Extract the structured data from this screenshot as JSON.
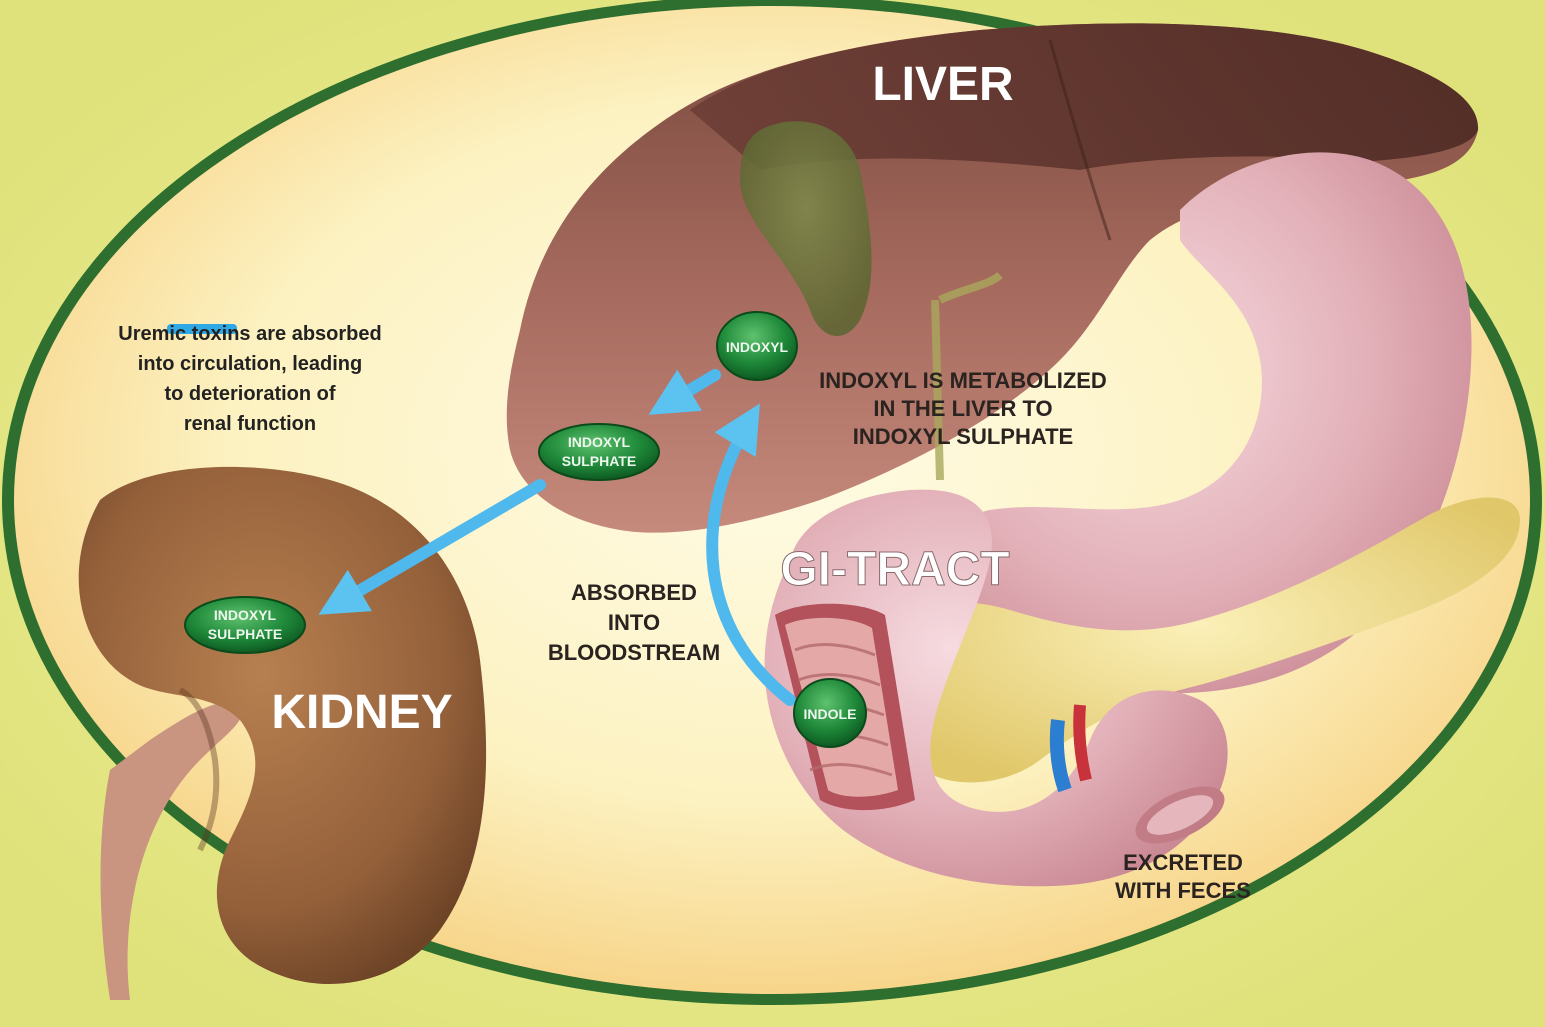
{
  "legend": {
    "text_lines": [
      "Uremic toxins are absorbed",
      "into circulation, leading",
      "to deterioration of",
      "renal function"
    ],
    "swatch_color": "#2fa8e6"
  },
  "organs": {
    "liver": "LIVER",
    "gi_tract": "GI-TRACT",
    "kidney": "KIDNEY"
  },
  "molecules": {
    "indoxyl": "INDOXYL",
    "indoxyl_sulphate_liver": [
      "INDOXYL",
      "SULPHATE"
    ],
    "indoxyl_sulphate_kidney": [
      "INDOXYL",
      "SULPHATE"
    ],
    "indole": "INDOLE"
  },
  "annotations": {
    "metabolized": [
      "INDOXYL IS METABOLIZED",
      "IN THE LIVER TO",
      "INDOXYL SULPHATE"
    ],
    "absorbed": [
      "ABSORBED",
      "INTO",
      "BLOODSTREAM"
    ],
    "excreted": [
      "EXCRETED",
      "WITH FECES"
    ]
  },
  "colors": {
    "arrow_blue": "#2fa8e6",
    "pill_green": "#1f8a3a",
    "background": "#e8ea86",
    "oval_fill": "#fbf3bf",
    "oval_border": "#2e6e2e"
  }
}
